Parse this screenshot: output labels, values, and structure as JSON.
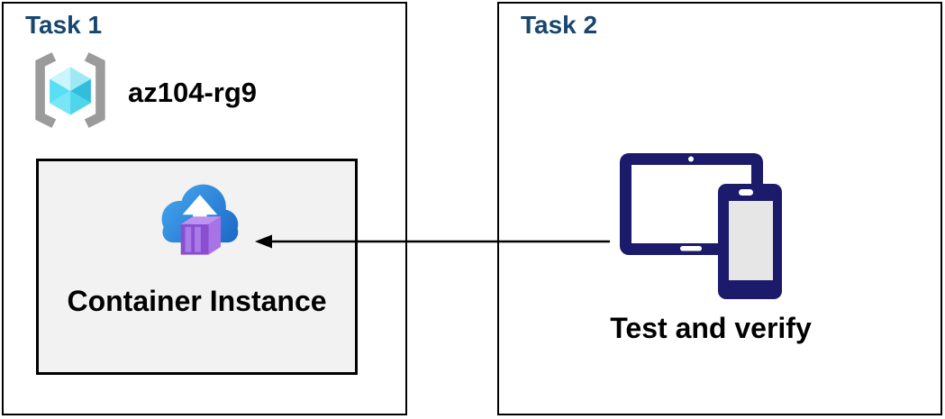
{
  "task1": {
    "title": "Task 1",
    "resource_group": {
      "icon": "resource-group-icon",
      "name": "az104-rg9"
    },
    "container_box": {
      "icon": "container-instance-icon",
      "label": "Container Instance"
    }
  },
  "task2": {
    "title": "Task 2",
    "devices": {
      "icon": "devices-icon",
      "label": "Test and verify"
    }
  },
  "arrow": {
    "direction": "right-to-left",
    "from": "devices-icon",
    "to": "container-instance-icon"
  },
  "colors": {
    "heading_blue": "#17466F",
    "border_black": "#000000",
    "inner_box_bg": "#F2F2F2",
    "device_navy": "#1B1A6B",
    "cloud_blue_light": "#41A0EA",
    "cloud_blue_dark": "#1C68C6",
    "container_purple": "#8A4FD0",
    "cube_cyan": "#50E6FF",
    "bracket_gray": "#9B9B9B"
  }
}
